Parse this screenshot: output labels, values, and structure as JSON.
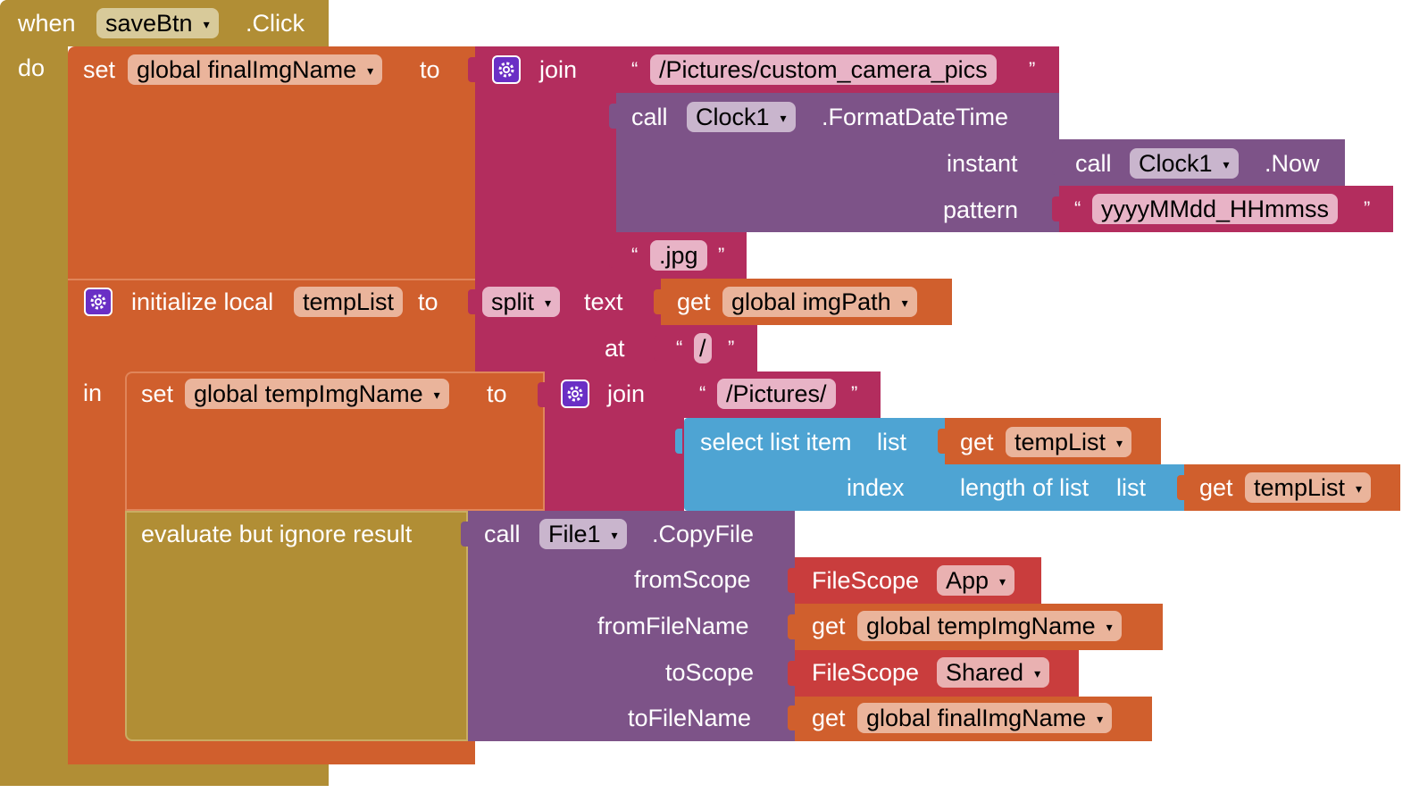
{
  "colors": {
    "event": "#b18e35",
    "variable": "#d05f2d",
    "text": "#b32d5e",
    "list": "#4ea4d3",
    "component": "#7d5388",
    "fileScope": "#c93d3d",
    "mutator": "#6a2fc5"
  },
  "event": {
    "when": "when",
    "component": "saveBtn",
    "event": ".Click",
    "do": "do"
  },
  "block1": {
    "set": "set",
    "var": "global finalImgName",
    "to": "to",
    "join": "join",
    "str1": "/Pictures/custom_camera_pics",
    "call": "call",
    "clock": "Clock1",
    "method": ".FormatDateTime",
    "instant": "instant",
    "call2": "call",
    "clock2": "Clock1",
    "method2": ".Now",
    "pattern": "pattern",
    "patternValue": "yyyyMMdd_HHmmss",
    "str3": ".jpg"
  },
  "block2": {
    "init": "initialize local",
    "var": "tempList",
    "to": "to",
    "split": "split",
    "text": "text",
    "get": "get",
    "getVar": "global imgPath",
    "at": "at",
    "atValue": "/",
    "in": "in"
  },
  "block3": {
    "set": "set",
    "var": "global tempImgName",
    "to": "to",
    "join": "join",
    "str1": "/Pictures/",
    "select": "select list item",
    "list": "list",
    "get1": "get",
    "var1": "tempList",
    "index": "index",
    "length": "length of list",
    "list2": "list",
    "get2": "get",
    "var2": "tempList"
  },
  "block4": {
    "eval": "evaluate but ignore result",
    "call": "call",
    "component": "File1",
    "method": ".CopyFile",
    "fromScope": "fromScope",
    "fileScope1": "FileScope",
    "scope1": "App",
    "fromFileName": "fromFileName",
    "get1": "get",
    "var1": "global tempImgName",
    "toScope": "toScope",
    "fileScope2": "FileScope",
    "scope2": "Shared",
    "toFileName": "toFileName",
    "get2": "get",
    "var2": "global finalImgName"
  },
  "quoteOpen": "“",
  "quoteClose": "”",
  "dropdownArrow": "▾"
}
